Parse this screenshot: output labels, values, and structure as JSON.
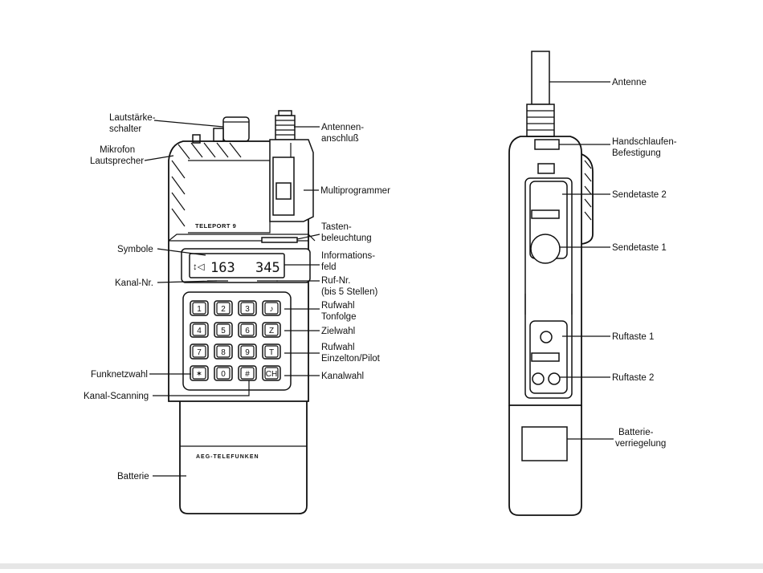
{
  "labels": {
    "left": {
      "lautstaerke_1": "Lautstärke-",
      "lautstaerke_2": "schalter",
      "mikrofon_1": "Mikrofon",
      "mikrofon_2": "Lautsprecher",
      "symbole": "Symbole",
      "kanal_nr": "Kanal-Nr.",
      "funknetzwahl": "Funknetzwahl",
      "kanal_scanning": "Kanal-Scanning",
      "batterie": "Batterie"
    },
    "middle": {
      "antennen_1": "Antennen-",
      "antennen_2": "anschluß",
      "multiprogrammer": "Multiprogrammer",
      "tasten_1": "Tasten-",
      "tasten_2": "beleuchtung",
      "info_1": "Informations-",
      "info_2": "feld",
      "ruf_nr_1": "Ruf-Nr.",
      "ruf_nr_2": "(bis 5 Stellen)",
      "rufwahl_ton_1": "Rufwahl",
      "rufwahl_ton_2": "Tonfolge",
      "zielwahl": "Zielwahl",
      "rufwahl_einzel_1": "Rufwahl",
      "rufwahl_einzel_2": "Einzelton/Pilot",
      "kanalwahl": "Kanalwahl"
    },
    "right": {
      "antenne": "Antenne",
      "handschlaufen_1": "Handschlaufen-",
      "handschlaufen_2": "Befestigung",
      "sendetaste_2": "Sendetaste 2",
      "sendetaste_1": "Sendetaste 1",
      "ruftaste_1": "Ruftaste 1",
      "ruftaste_2": "Ruftaste 2",
      "batterie_verr_1": "Batterie-",
      "batterie_verr_2": "verriegelung"
    }
  },
  "device": {
    "model": "TELEPORT 9",
    "brand": "AEG-TELEFUNKEN",
    "display_channel": "163",
    "display_number": "345",
    "display_symbols": "↕◁"
  },
  "keypad": [
    [
      "1",
      "2",
      "3",
      "♪"
    ],
    [
      "4",
      "5",
      "6",
      "Z"
    ],
    [
      "7",
      "8",
      "9",
      "T"
    ],
    [
      "✶",
      "0",
      "#",
      "CH"
    ]
  ]
}
